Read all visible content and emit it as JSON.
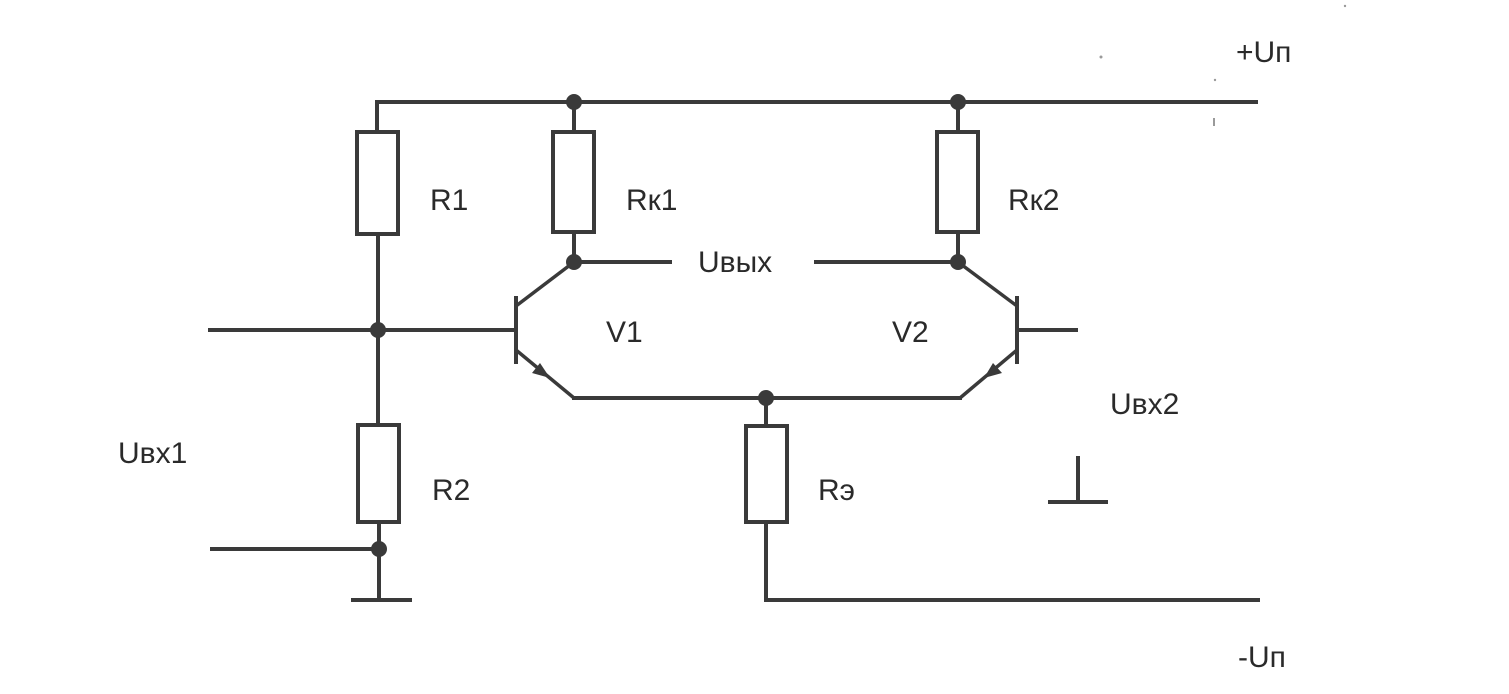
{
  "labels": {
    "supply_pos": "+Uп",
    "supply_neg": "-Uп",
    "r1": "R1",
    "r2": "R2",
    "rk1": "Rк1",
    "rk2": "Rк2",
    "re": "Rэ",
    "v1": "V1",
    "v2": "V2",
    "uout": "Uвых",
    "uin1": "Uвх1",
    "uin2": "Uвх2"
  },
  "colors": {
    "ink": "#3a3a3a",
    "paper": "#ffffff"
  }
}
